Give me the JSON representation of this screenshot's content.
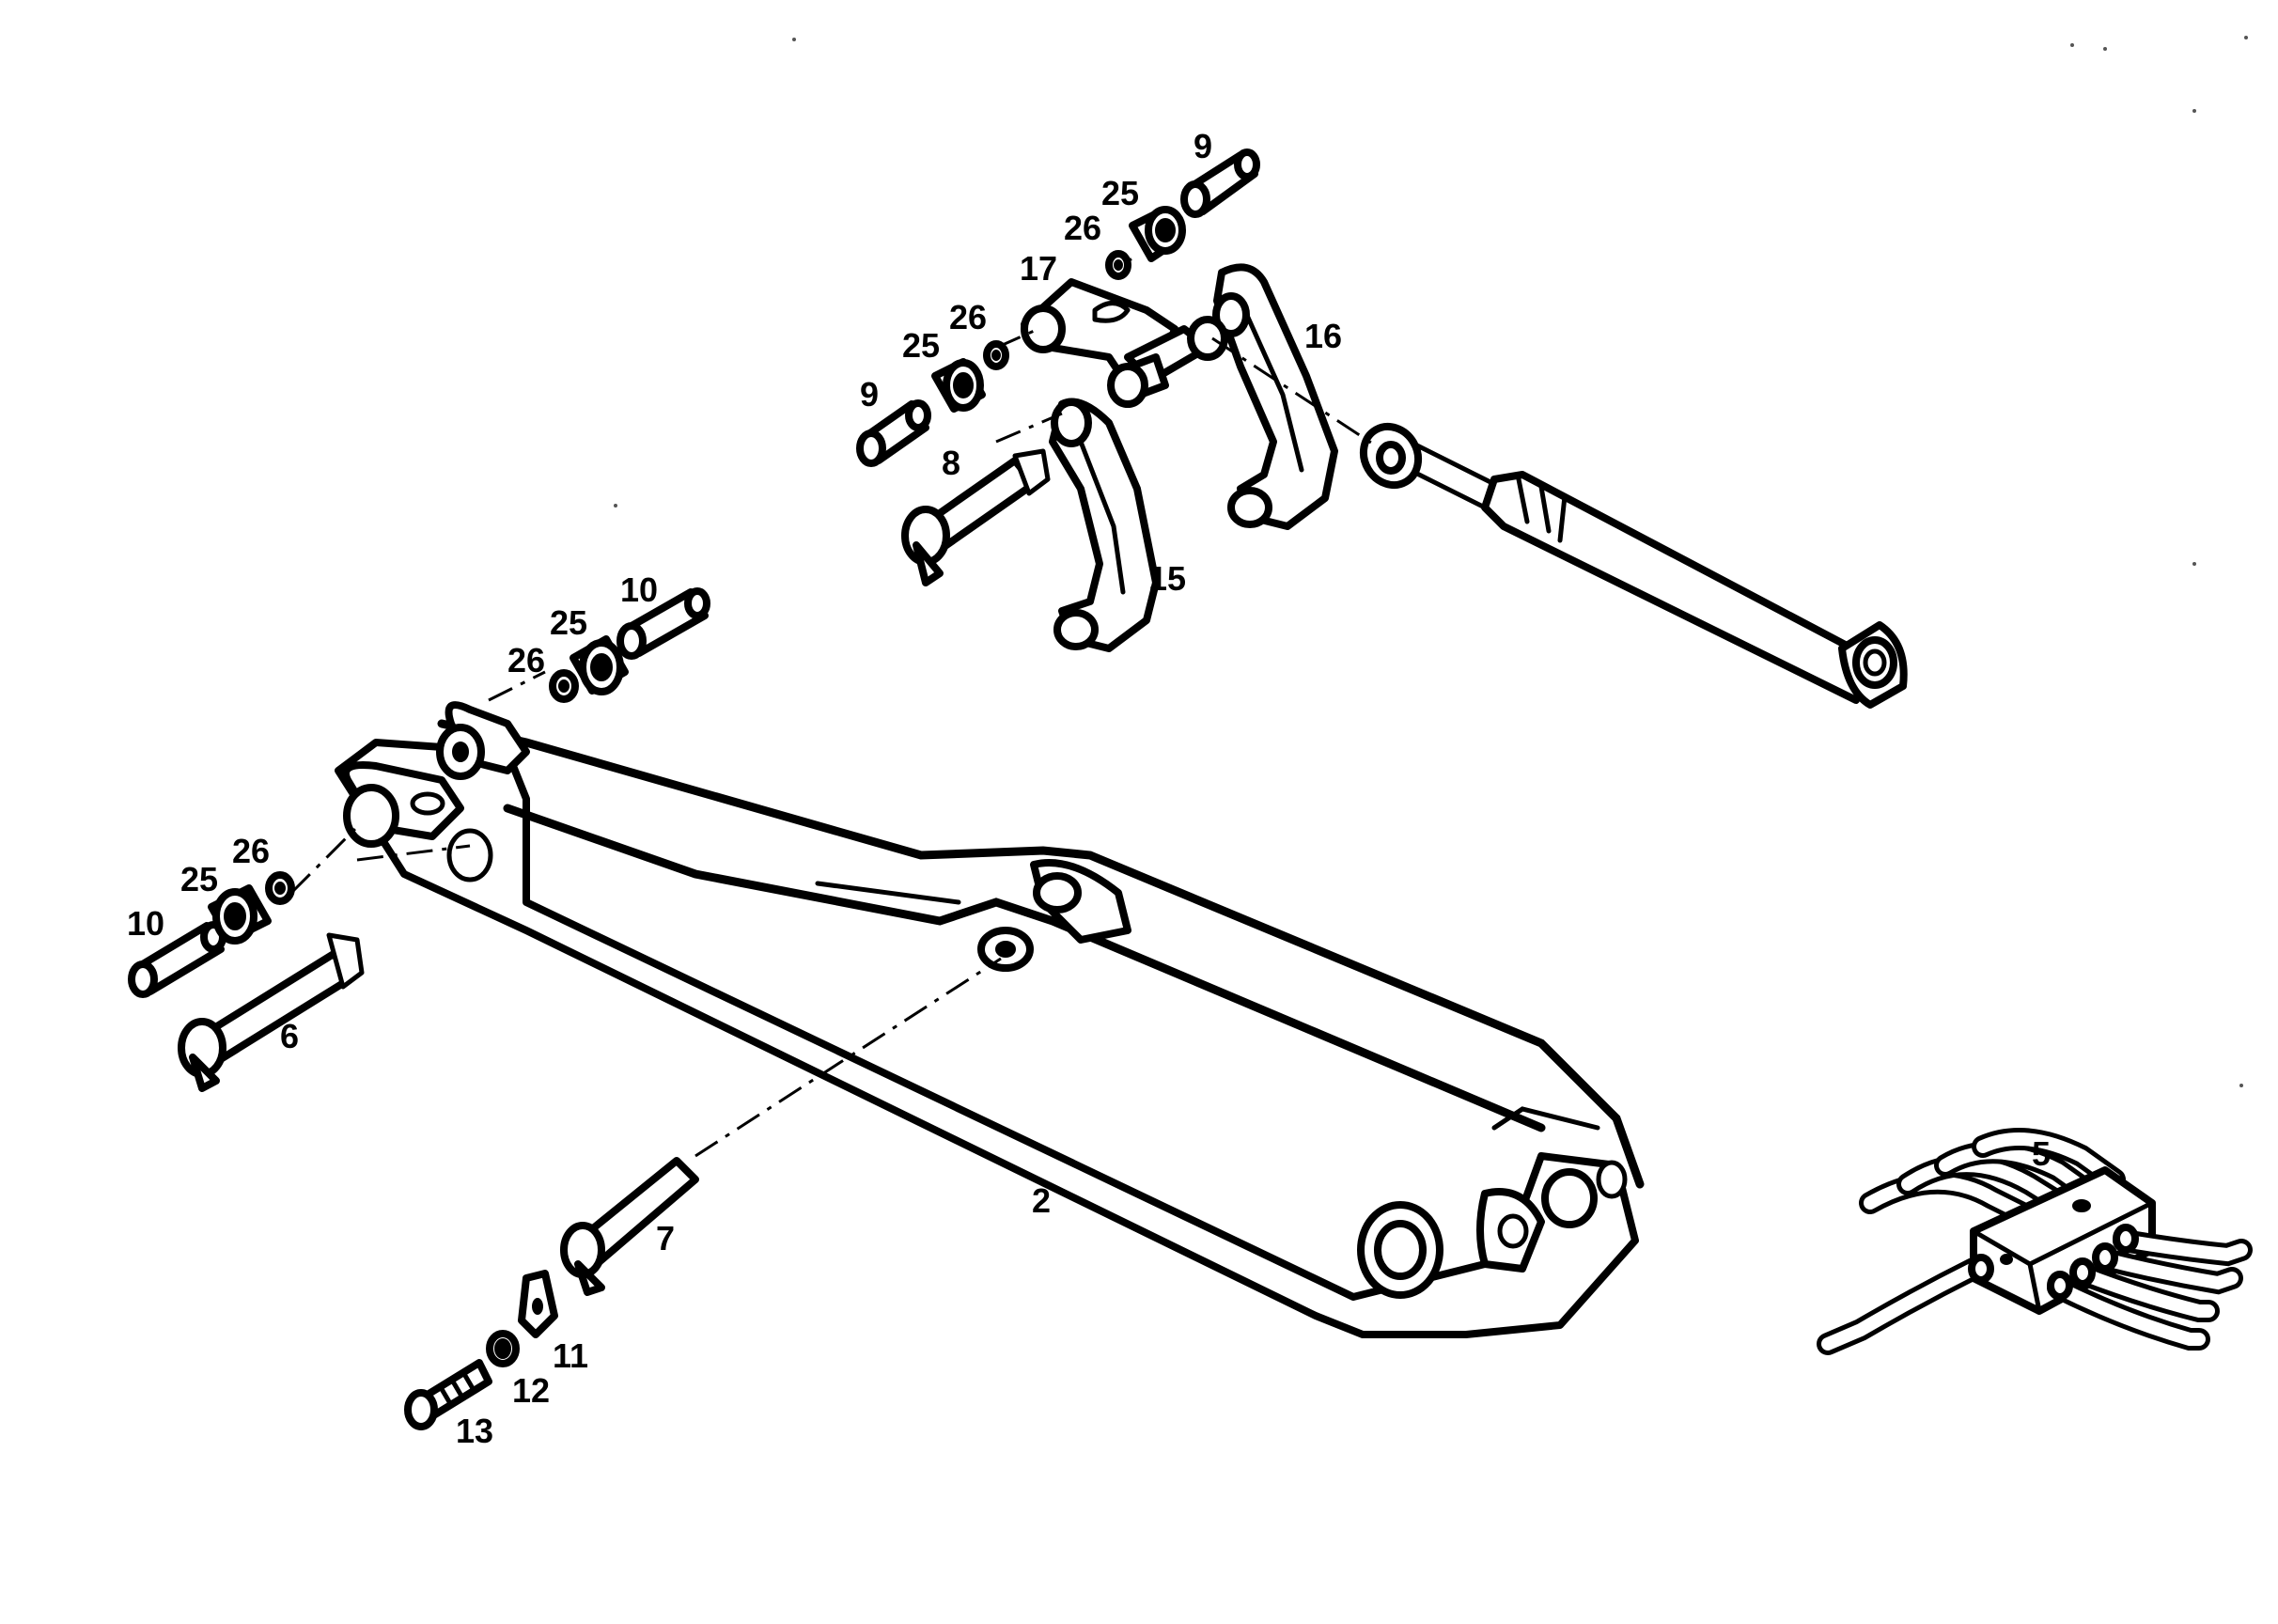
{
  "callouts": [
    {
      "id": "c9a",
      "label": "9"
    },
    {
      "id": "c25a",
      "label": "25"
    },
    {
      "id": "c26a",
      "label": "26"
    },
    {
      "id": "c17",
      "label": "17"
    },
    {
      "id": "c26b",
      "label": "26"
    },
    {
      "id": "c16",
      "label": "16"
    },
    {
      "id": "c25b",
      "label": "25"
    },
    {
      "id": "c9b",
      "label": "9"
    },
    {
      "id": "c8",
      "label": "8"
    },
    {
      "id": "c15",
      "label": "15"
    },
    {
      "id": "c10a",
      "label": "10"
    },
    {
      "id": "c25c",
      "label": "25"
    },
    {
      "id": "c26c",
      "label": "26"
    },
    {
      "id": "c26d",
      "label": "26"
    },
    {
      "id": "c25d",
      "label": "25"
    },
    {
      "id": "c10b",
      "label": "10"
    },
    {
      "id": "c6",
      "label": "6"
    },
    {
      "id": "c2",
      "label": "2"
    },
    {
      "id": "c7",
      "label": "7"
    },
    {
      "id": "c11",
      "label": "11"
    },
    {
      "id": "c12",
      "label": "12"
    },
    {
      "id": "c13",
      "label": "13"
    },
    {
      "id": "c5",
      "label": "5"
    }
  ]
}
